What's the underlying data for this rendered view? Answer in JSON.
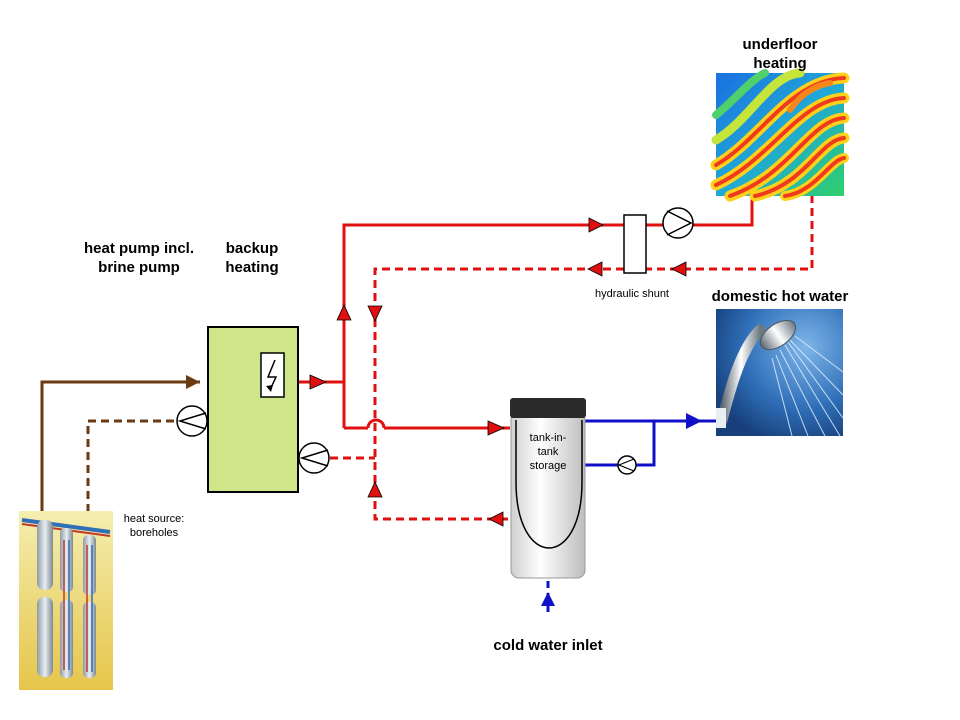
{
  "labels": {
    "heat_pump_line1": "heat pump incl.",
    "heat_pump_line2": "brine pump",
    "backup_line1": "backup",
    "backup_line2": "heating",
    "underfloor_line1": "underfloor",
    "underfloor_line2": "heating",
    "domestic_hot_water": "domestic hot water",
    "hydraulic_shunt": "hydraulic shunt",
    "tank_line1": "tank-in-",
    "tank_line2": "tank",
    "tank_line3": "storage",
    "heat_source_line1": "heat source:",
    "heat_source_line2": "boreholes",
    "cold_water_inlet": "cold water inlet"
  },
  "colors": {
    "heating_flow": "#e01010",
    "brine": "#6b3a10",
    "domestic_water": "#1010c8",
    "backup_unit": "#cfe58a",
    "tank": "#f2f2f2",
    "tank_cap": "#2a2a2a"
  },
  "icons": [
    "pump-icon",
    "electric-heater-icon",
    "shower-head-icon",
    "borehole-icon",
    "floor-heating-thermal-icon"
  ]
}
